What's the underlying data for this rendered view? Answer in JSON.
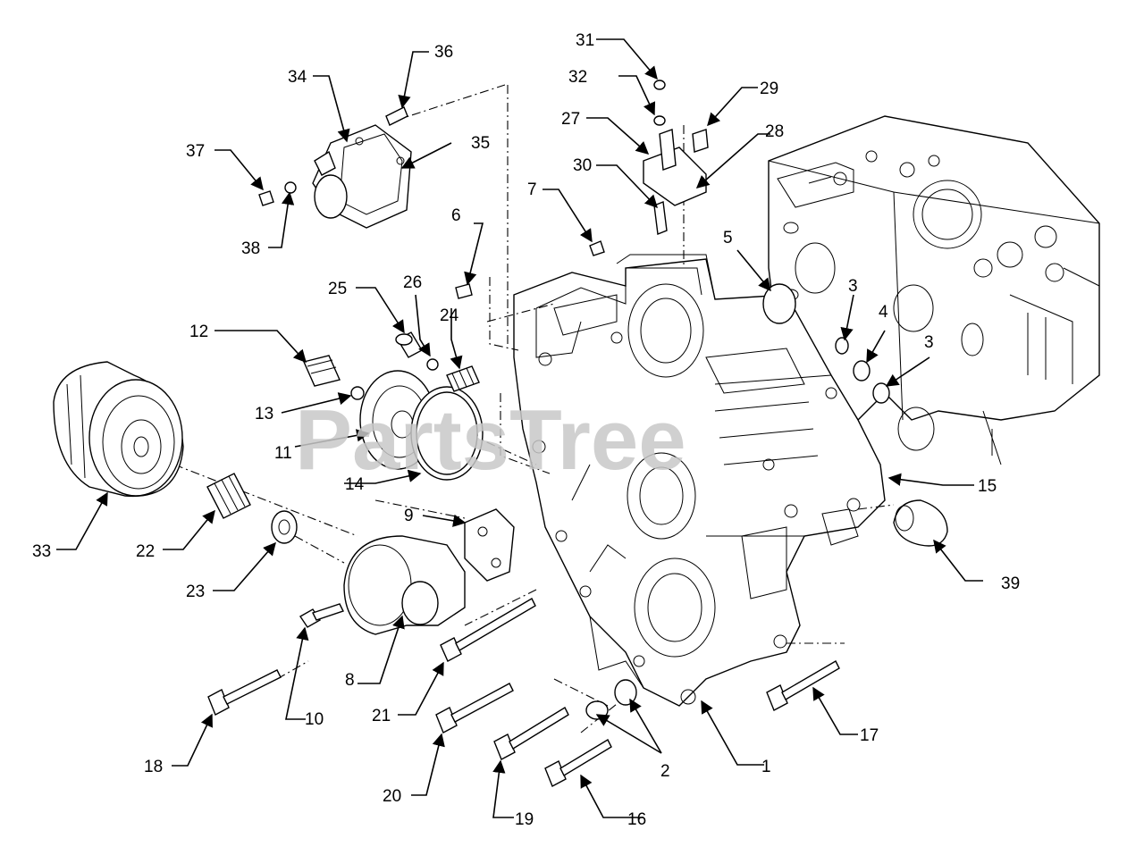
{
  "watermark": "PartsTree",
  "callouts": [
    {
      "n": "1"
    },
    {
      "n": "2"
    },
    {
      "n": "3"
    },
    {
      "n": "3"
    },
    {
      "n": "4"
    },
    {
      "n": "5"
    },
    {
      "n": "6"
    },
    {
      "n": "7"
    },
    {
      "n": "8"
    },
    {
      "n": "9"
    },
    {
      "n": "10"
    },
    {
      "n": "11"
    },
    {
      "n": "12"
    },
    {
      "n": "13"
    },
    {
      "n": "14"
    },
    {
      "n": "15"
    },
    {
      "n": "16"
    },
    {
      "n": "17"
    },
    {
      "n": "18"
    },
    {
      "n": "19"
    },
    {
      "n": "20"
    },
    {
      "n": "21"
    },
    {
      "n": "22"
    },
    {
      "n": "23"
    },
    {
      "n": "24"
    },
    {
      "n": "25"
    },
    {
      "n": "26"
    },
    {
      "n": "27"
    },
    {
      "n": "28"
    },
    {
      "n": "29"
    },
    {
      "n": "30"
    },
    {
      "n": "31"
    },
    {
      "n": "32"
    },
    {
      "n": "33"
    },
    {
      "n": "34"
    },
    {
      "n": "35"
    },
    {
      "n": "36"
    },
    {
      "n": "37"
    },
    {
      "n": "38"
    },
    {
      "n": "39"
    }
  ]
}
